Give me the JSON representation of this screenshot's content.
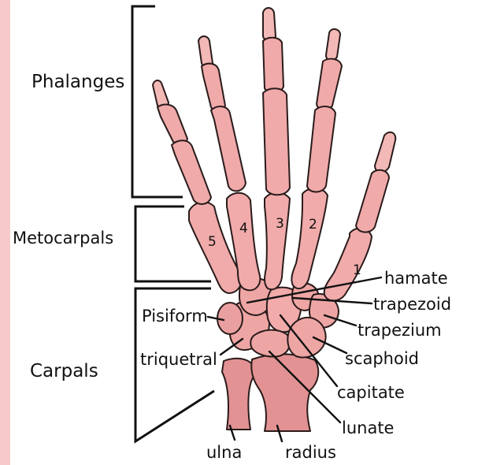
{
  "groups": {
    "phalanges": "Phalanges",
    "metacarpals": "Metocarpals",
    "carpals": "Carpals"
  },
  "carpal_labels": {
    "hamate": "hamate",
    "trapezoid": "trapezoid",
    "trapezium": "trapezium",
    "scaphoid": "scaphoid",
    "capitate": "capitate",
    "lunate": "lunate",
    "pisiform": "Pisiform",
    "triquetral": "triquetral"
  },
  "forearm_labels": {
    "ulna": "ulna",
    "radius": "radius"
  },
  "metacarpal_numbers": [
    "5",
    "4",
    "3",
    "2",
    "1"
  ],
  "colors": {
    "bone_fill": "#eea6a5",
    "bone_dark": "#d8848a",
    "bone_light": "#f6c6c4",
    "outline": "#2a1b1b",
    "page_edge": "#f8c9cb"
  }
}
